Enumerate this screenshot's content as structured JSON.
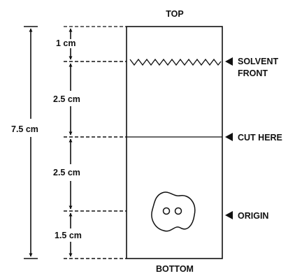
{
  "labels": {
    "top": "TOP",
    "bottom": "BOTTOM",
    "solvent_front_line1": "SOLVENT",
    "solvent_front_line2": "FRONT",
    "cut_here": "CUT HERE",
    "origin": "ORIGIN"
  },
  "dimensions": {
    "total": "7.5 cm",
    "top_gap": "1 cm",
    "upper_section": "2.5 cm",
    "lower_section": "2.5 cm",
    "bottom_gap": "1.5 cm"
  },
  "colors": {
    "ink": "#111111",
    "background": "#ffffff"
  }
}
